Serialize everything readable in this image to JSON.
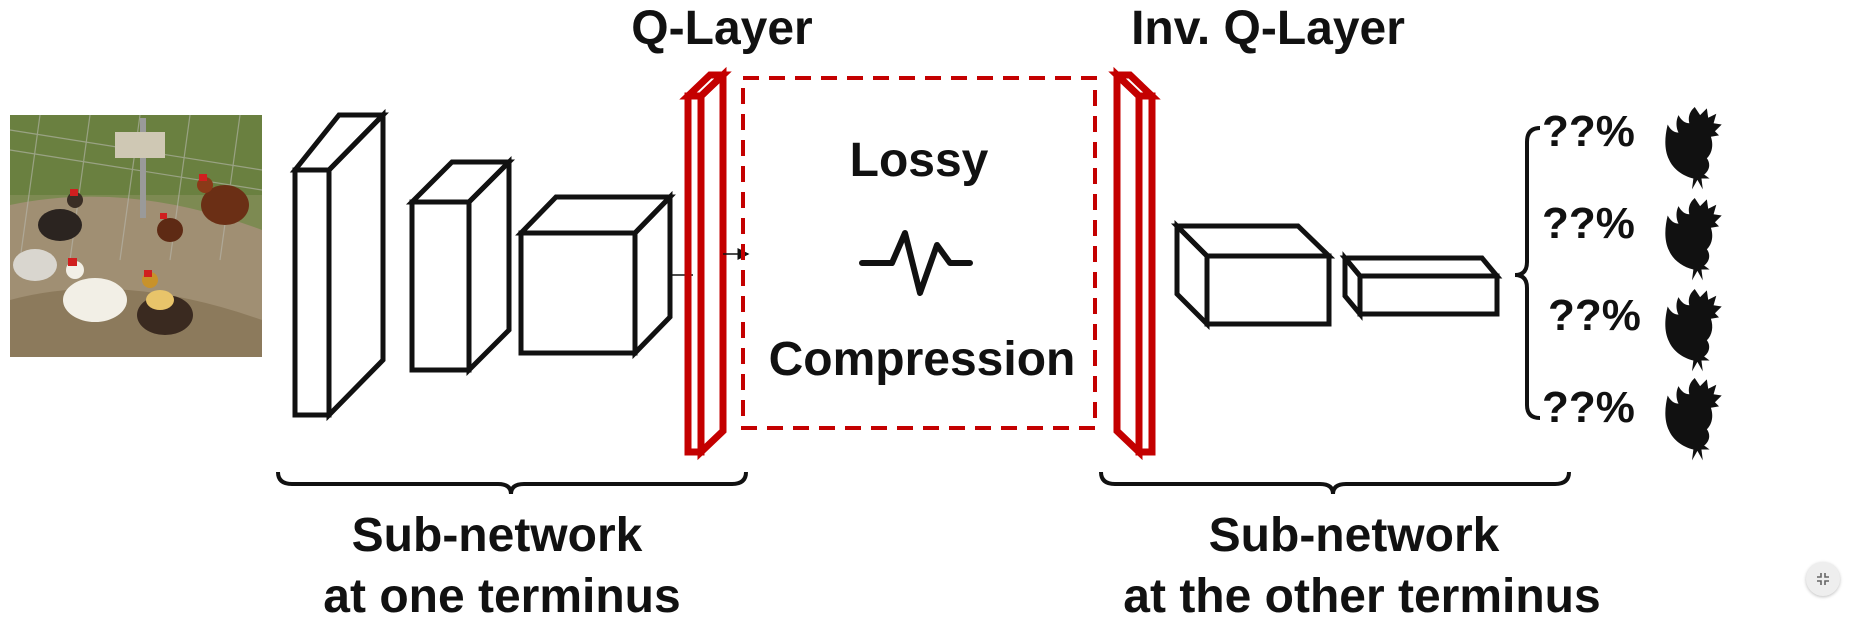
{
  "labels": {
    "q_layer": "Q-Layer",
    "inv_q_layer": "Inv. Q-Layer",
    "lossy": "Lossy",
    "compression": "Compression",
    "left_subnet_line1": "Sub-network",
    "left_subnet_line2": "at one terminus",
    "right_subnet_line1": "Sub-network",
    "right_subnet_line2": "at the other terminus"
  },
  "outputs": [
    "??%",
    "??%",
    "??%",
    "??%"
  ],
  "icons": {
    "input_image": "rooster-photo",
    "output_class": "rooster-icon",
    "compression": "waveform-icon",
    "corner": "collapse-icon"
  },
  "colors": {
    "accent": "#c40000",
    "ink": "#111111",
    "background": "#ffffff"
  }
}
